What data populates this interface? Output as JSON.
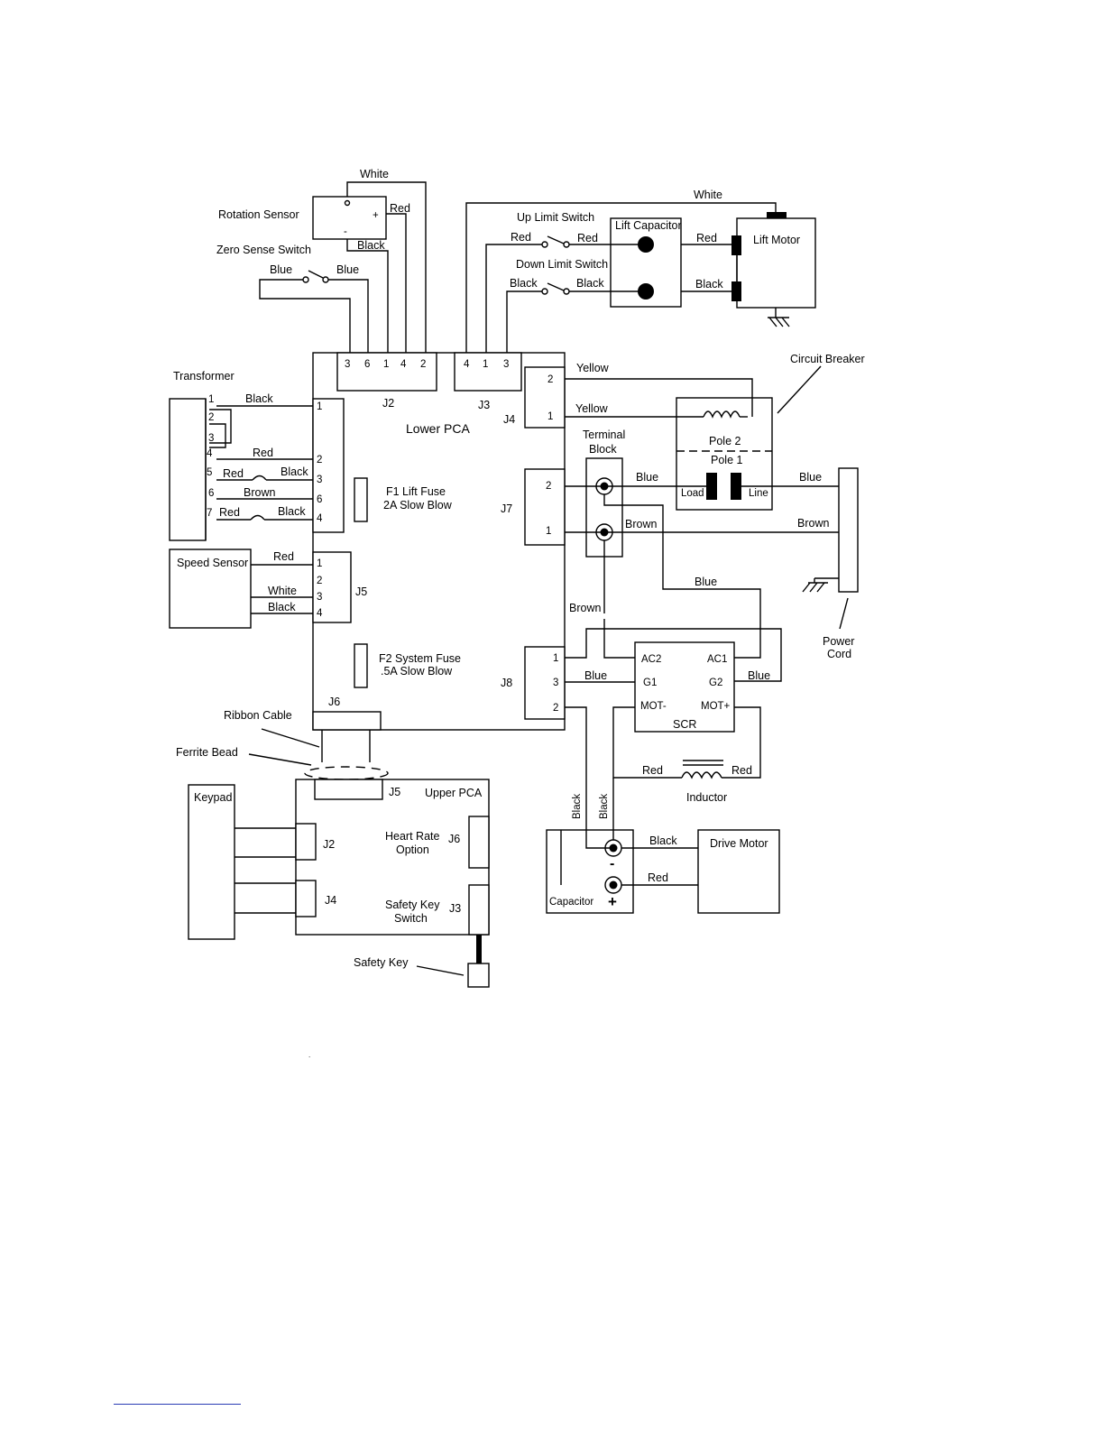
{
  "diagram": {
    "wires": {
      "white_top": "White",
      "red_rot": "Red",
      "black_rot": "Black",
      "blue_zero_a": "Blue",
      "blue_zero_b": "Blue",
      "white_lift": "White",
      "red_up_a": "Red",
      "red_up_b": "Red",
      "black_down_a": "Black",
      "black_down_b": "Black",
      "red_motor": "Red",
      "black_motor": "Black",
      "yellow_2": "Yellow",
      "yellow_1": "Yellow",
      "t_black": "Black",
      "t_red": "Red",
      "t5_red": "Red",
      "t5_black": "Black",
      "t6_brown": "Brown",
      "t7_red": "Red",
      "t7_black": "Black",
      "ss_red": "Red",
      "ss_white": "White",
      "ss_black": "Black",
      "j7_blue": "Blue",
      "j7_brown": "Brown",
      "cb_blue": "Blue",
      "pc_brown": "Brown",
      "scr_blue": "Blue",
      "tb_brown": "Brown",
      "j8_blue": "Blue",
      "g2_blue": "Blue",
      "ind_red_a": "Red",
      "ind_red_b": "Red",
      "cap_black_a": "Black",
      "cap_black_b": "Black",
      "dm_black": "Black",
      "dm_red": "Red"
    },
    "components": {
      "rotation_sensor": "Rotation Sensor",
      "zero_sense": "Zero Sense Switch",
      "up_limit": "Up Limit Switch",
      "down_limit": "Down Limit Switch",
      "lift_capacitor": "Lift Capacitor",
      "lift_motor": "Lift Motor",
      "transformer": "Transformer",
      "lower_pca": "Lower PCA",
      "circuit_breaker": "Circuit Breaker",
      "pole2": "Pole 2",
      "pole1": "Pole 1",
      "load": "Load",
      "line": "Line",
      "terminal_block_1": "Terminal",
      "terminal_block_2": "Block",
      "f1_line1": "F1 Lift Fuse",
      "f1_line2": "2A Slow Blow",
      "f2_line1": "F2 System Fuse",
      "f2_line2": ".5A Slow Blow",
      "speed_sensor": "Speed Sensor",
      "power_cord_1": "Power",
      "power_cord_2": "Cord",
      "ribbon_cable": "Ribbon Cable",
      "ferrite_bead": "Ferrite Bead",
      "upper_pca": "Upper PCA",
      "keypad": "Keypad",
      "heart_rate_1": "Heart Rate",
      "heart_rate_2": "Option",
      "safety_switch_1": "Safety Key",
      "safety_switch_2": "Switch",
      "safety_key": "Safety Key",
      "inductor": "Inductor",
      "capacitor": "Capacitor",
      "drive_motor": "Drive Motor",
      "scr": "SCR",
      "ac2": "AC2",
      "ac1": "AC1",
      "g1": "G1",
      "g2": "G2",
      "mot_minus": "MOT-",
      "mot_plus": "MOT+",
      "plus_sign": "+",
      "minus_sign": "-"
    },
    "connectors": {
      "j2": "J2",
      "j3": "J3",
      "j4": "J4",
      "j5": "J5",
      "j6": "J6",
      "j7": "J7",
      "j8": "J8",
      "u_j2": "J2",
      "u_j3": "J3",
      "u_j4": "J4",
      "u_j5": "J5",
      "u_j6": "J6"
    },
    "pins": {
      "j2": [
        "3",
        "6",
        "1",
        "4",
        "2"
      ],
      "j3": [
        "4",
        "1",
        "3"
      ],
      "j4": [
        "2",
        "1"
      ],
      "j7": [
        "2",
        "1"
      ],
      "j8": [
        "1",
        "3",
        "2"
      ],
      "j5": [
        "1",
        "2",
        "3",
        "4"
      ],
      "tr_left": [
        "1",
        "2",
        "6",
        "4"
      ],
      "tr_pins": [
        "1",
        "2",
        "3",
        "4",
        "5",
        "6",
        "7"
      ],
      "pca_left": [
        "1",
        "2",
        "3",
        "6",
        "4"
      ],
      "rot_plus": "+",
      "rot_minus": "-"
    }
  }
}
